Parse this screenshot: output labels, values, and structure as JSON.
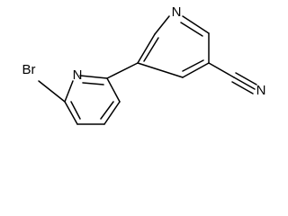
{
  "structure": {
    "atom_labels": {
      "bromine": "Br",
      "pyridine_a_nitrogen": "N",
      "pyridine_b_nitrogen": "N",
      "nitrile_nitrogen": "N"
    }
  }
}
